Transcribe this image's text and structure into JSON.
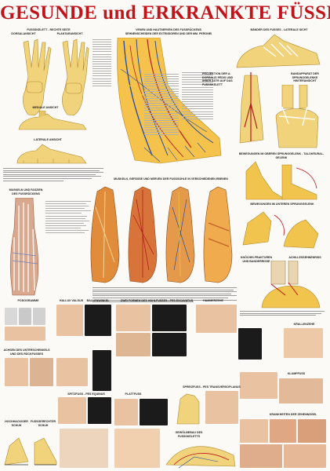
{
  "poster": {
    "title": "GESUNDE und ERKRANKTE FÜSSE"
  },
  "headings": {
    "fussskelett": "FUSSSKELETT - RECHTE SEITE",
    "dorsalansicht": "DORSALANSICHT",
    "plantaransicht": "PLANTARANSICHT",
    "mediale_ansicht": "MEDIALE ANSICHT",
    "laterale_ansicht": "LATERALE ANSICHT",
    "venen_1": "VENEN UND HAUTNERVEN DES FUSSRÜCKENS",
    "venen_2": "SEHNENSCHEIDEN DER EXTENSOREN UND DER MM. PERONEI",
    "baender": "BÄNDER DES FUSSES - LATERALE SICHT",
    "projektion": "PROJEKTION DER A. DORSALIS PEDIS UND IHRER ÄSTE AUF DAS FUSSSKELETT",
    "bandapparat": "BANDAPPARAT DER SPRUNGGELENKE HINTERANSICHT",
    "bewegungen_oben": "BEWEGUNGEN IM OBEREN SPRUNGGELENK - TALOKRURAL-GELENK",
    "bewegungen_unten": "BEWEGUNGEN IM UNTEREN SPRUNGGELENK",
    "muskeln_fascien": "MUSKELN UND FASZIEN DES FUSSRÜCKENS",
    "muskeln_gefaesse": "MUSKELN, GEFÄSSE UND NERVEN DER FUSSSOHLE IN VERSCHIEDENEN EBENEN",
    "knochelfrakturen": "KNÖCHELFRAKTUREN UND BANDERRISSE",
    "achillessehne": "ACHILLESSEHNENRISS",
    "podogramme": "PODOGRAMME",
    "hallux": "HALLUX VALGUS",
    "ballenwinkel": "BALLENWINKEL",
    "hohlfuss": "ZWEI FORMEN DES HOHLFUSSES - PES EXCAVATUS",
    "hammerzehe": "HAMMERZEHE",
    "krallenzehe": "KRALLENZEHE",
    "achsen": "ACHSEN DES UNTERSCHENKELS UND DES RÜCKFUSSES",
    "klumpfuss": "KLUMPFUSS",
    "spitzfuss": "SPITZFUSS - PES EQUINUS",
    "plattfuss": "PLATTFUSS",
    "spreizfuss": "SPREIZFUSS - PES TRANSVERSOPLANUS",
    "eingewachsen": "KRANKHEITEN DER ZEHENNÄGEL",
    "hochhackiger": "HOCHHACKIGER SCHUH",
    "fussgerechter": "FUSSGERECHTER SCHUH",
    "gewoelbebau": "GEWÖLBEBAU DES FUSSSKELETTS"
  },
  "palette": {
    "title_red": "#c0141b",
    "bone": "#f1d37b",
    "artery": "#b01d1d",
    "vein": "#2a4fa3",
    "nerve": "#e8c23b",
    "skin": "#e9c2a2"
  }
}
